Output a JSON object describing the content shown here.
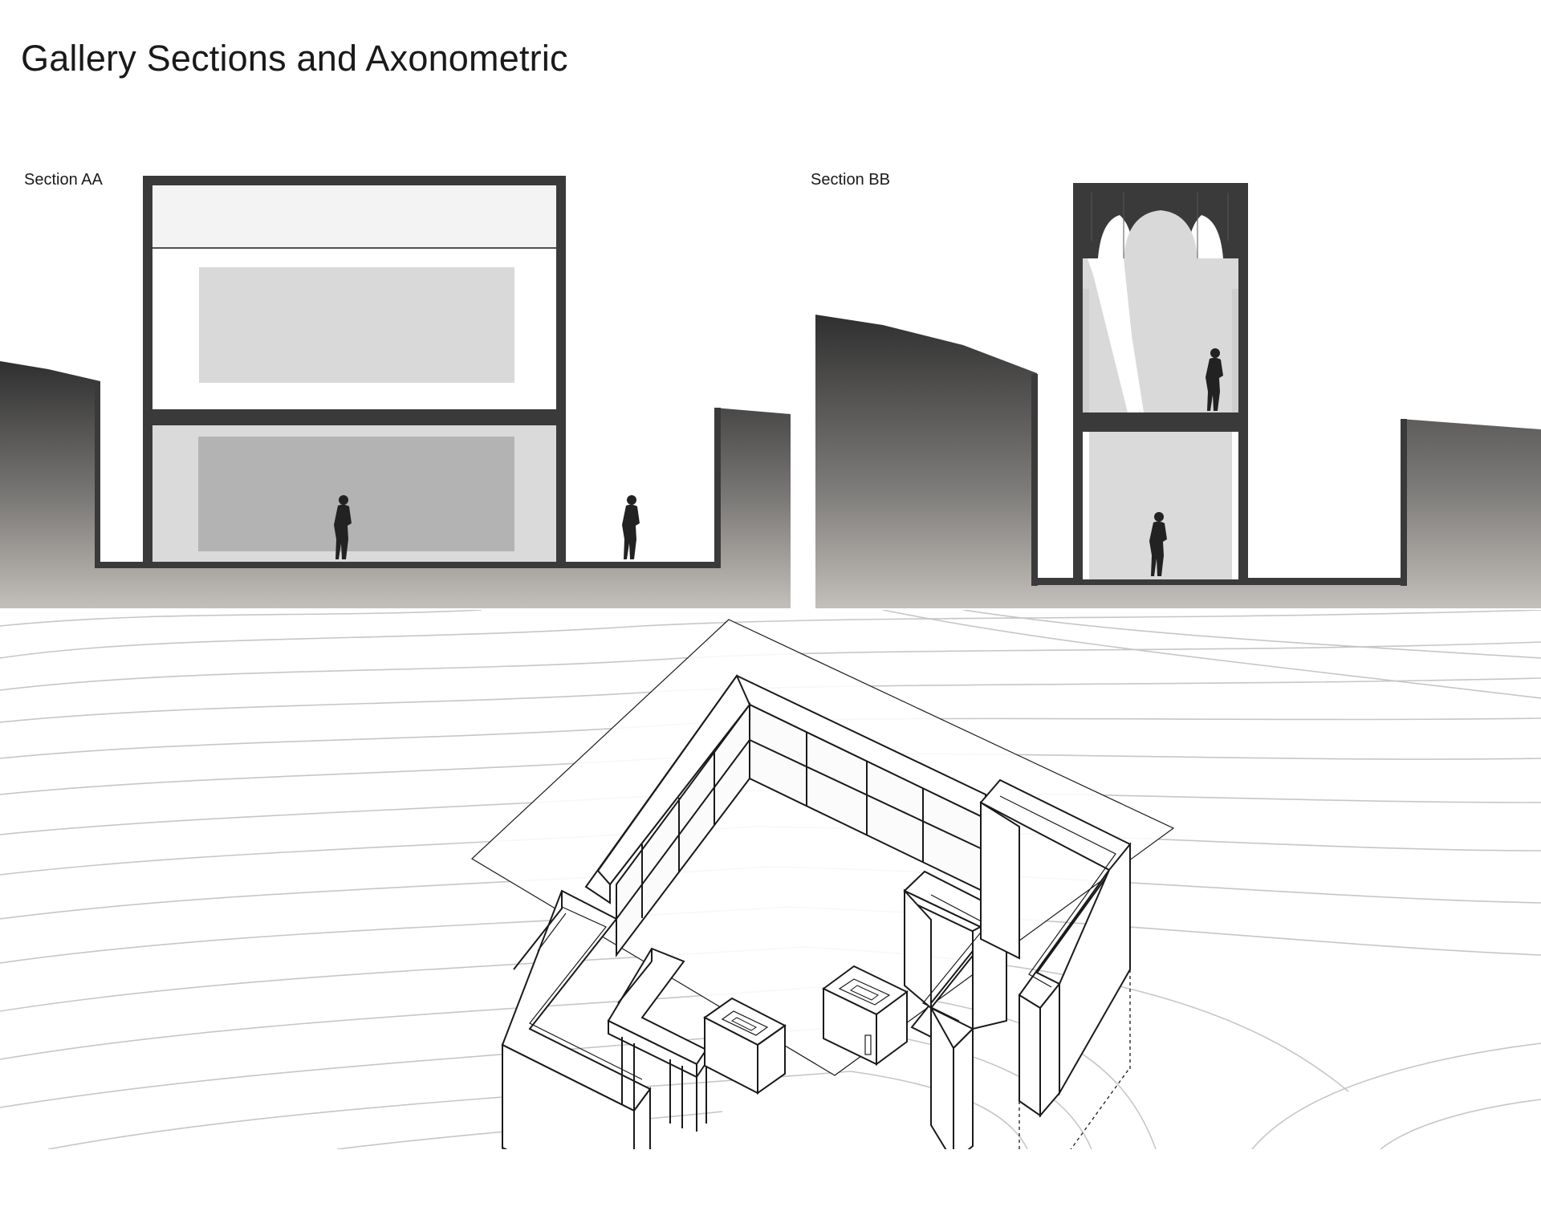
{
  "page": {
    "title": "Gallery Sections and Axonometric"
  },
  "sections": [
    {
      "id": "aa",
      "label": "Section AA"
    },
    {
      "id": "bb",
      "label": "Section BB"
    }
  ],
  "colors": {
    "wall": "#3a3a3a",
    "terrain_top": "#333333",
    "terrain_bottom": "#c3bfba",
    "room_light": "#f3f3f3",
    "room_mid": "#d9d9d9",
    "artwork": "#b5b5b5",
    "contour": "#c8c8c8",
    "line": "#1a1a1a"
  }
}
